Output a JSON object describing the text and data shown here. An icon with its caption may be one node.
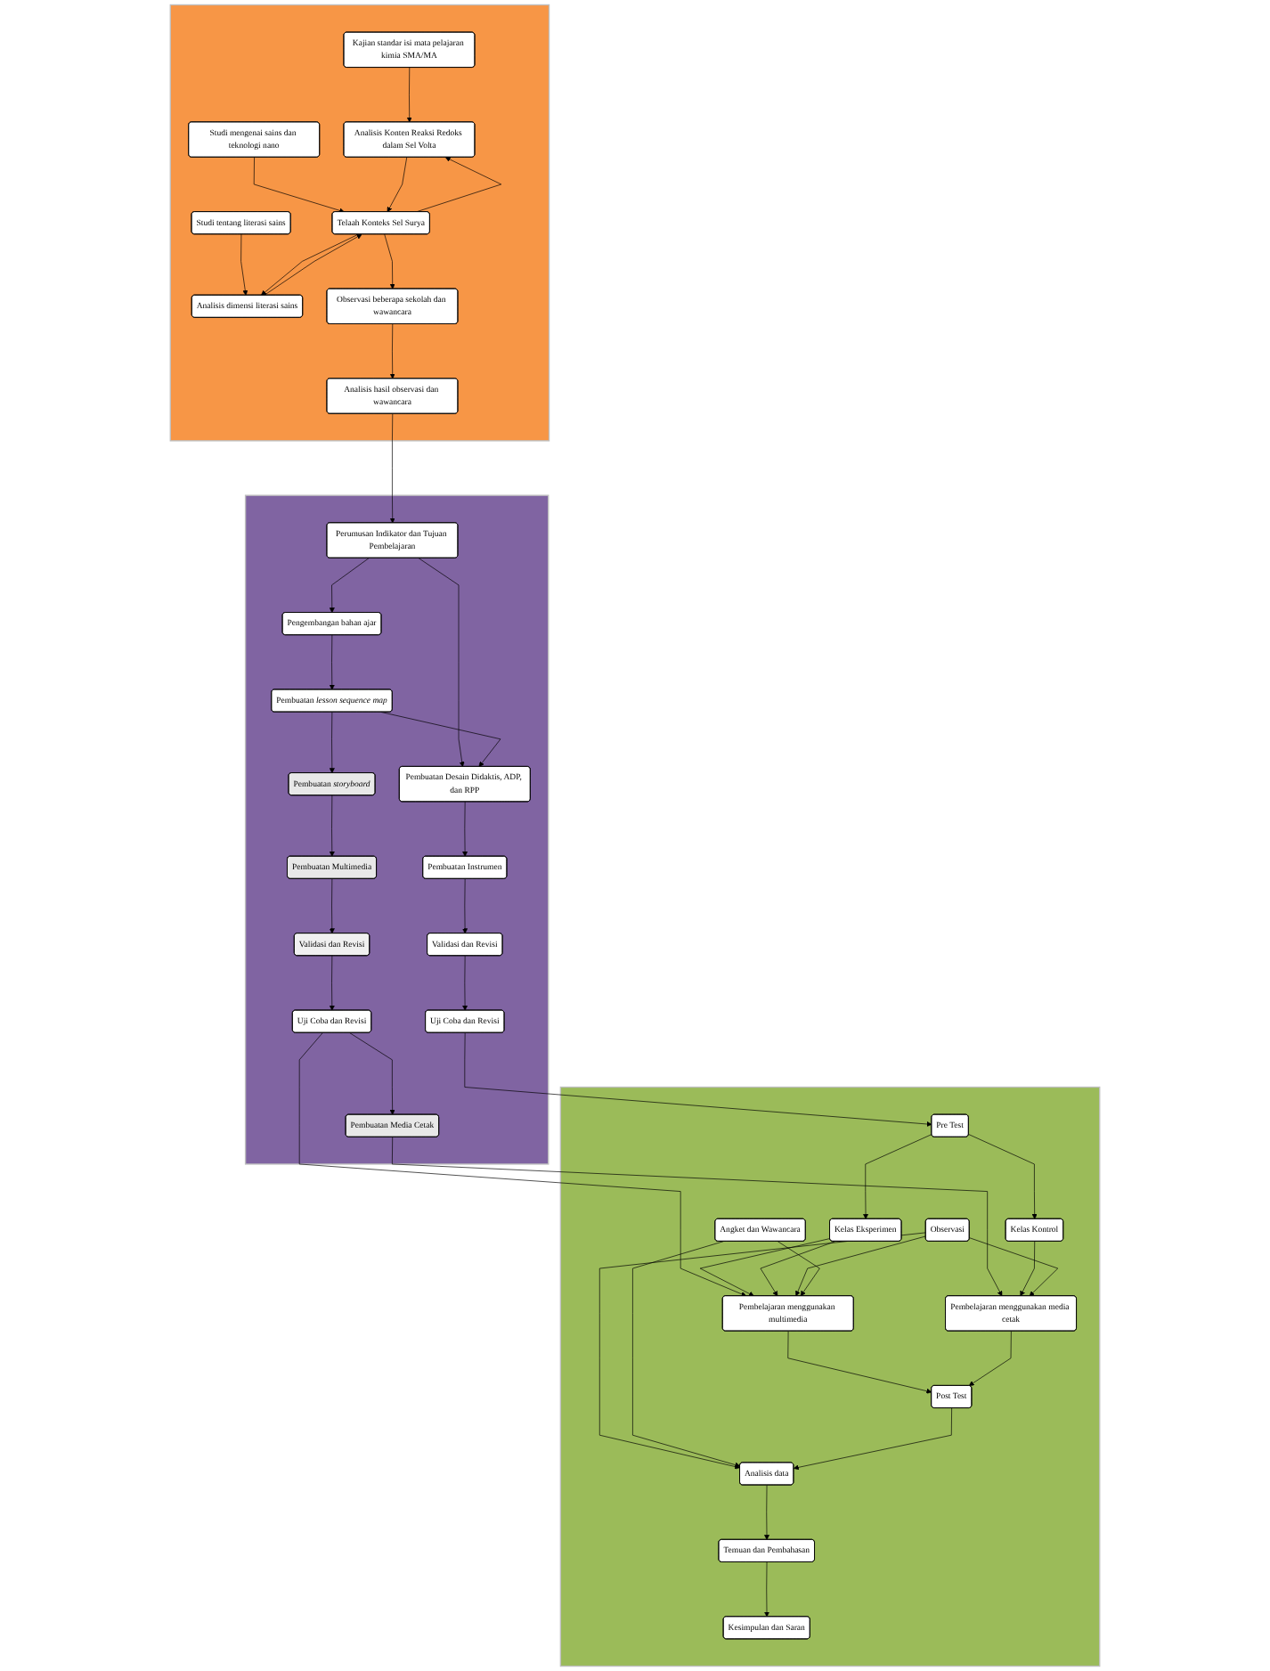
{
  "diagram": {
    "nodes": [
      {
        "text": [],
        "shape": "band"
      },
      {
        "text": [
          "Kajian standar isi mata pelajaran kimia SMA/MA"
        ],
        "in": 0
      },
      {
        "text": [
          "Studi mengenai sains dan teknologi nano"
        ],
        "in": 0
      },
      {
        "text": [
          "Studi tentang literasi sains"
        ],
        "in": 0
      },
      {
        "text": [
          "Analisis Konten Reaksi Redoks dalam Sel Volta"
        ],
        "in": 0
      },
      {
        "text": [
          "Telaah Konteks Sel Surya"
        ],
        "in": 0
      },
      {
        "text": [
          "Analisis dimensi literasi sains"
        ],
        "in": 0
      },
      {
        "text": [
          "Observasi beberapa sekolah dan wawancara"
        ],
        "in": 0
      },
      {
        "text": [
          "Analisis hasil observasi dan wawancara"
        ],
        "in": 0
      },
      {
        "text": [],
        "shape": "band"
      },
      {
        "text": [
          "Perumusan Indikator dan Tujuan Pembelajaran"
        ],
        "in": 9
      },
      {
        "text": [
          "Pengembangan bahan ajar"
        ],
        "in": 9
      },
      {
        "text": [
          "Pembuatan *lesson sequence map*"
        ],
        "in": 9
      },
      {
        "text": [
          "Pembuatan Desain Didaktis, ADP, dan RPP"
        ],
        "in": 9
      },
      {
        "text": [
          "Pembuatan *storyboard*"
        ],
        "in": 9
      },
      {
        "text": [
          "Pembuatan Instrumen"
        ],
        "in": 9
      },
      {
        "text": [
          "Pembuatan Multimedia"
        ],
        "in": 9
      },
      {
        "text": [
          "Validasi dan Revisi"
        ],
        "in": 9
      },
      {
        "text": [
          "Validasi dan Revisi"
        ],
        "in": 9
      },
      {
        "text": [
          "Uji Coba dan Revisi"
        ],
        "in": 9
      },
      {
        "text": [
          "Pembuatan Media Cetak"
        ],
        "in": 9
      },
      {
        "text": [
          "Uji Coba dan Revisi"
        ],
        "in": 9
      },
      {
        "text": [],
        "shape": "band"
      },
      {
        "text": [
          "Kelas Eksperimen"
        ],
        "in": 22
      },
      {
        "text": [
          "Pre Test"
        ],
        "in": 22
      },
      {
        "text": [
          "Kelas Kontrol"
        ],
        "in": 22
      },
      {
        "text": [
          "Observasi"
        ],
        "in": 22
      },
      {
        "text": [
          "Pembelajaran menggunakan multimedia"
        ],
        "in": 22
      },
      {
        "text": [
          "Pembelajaran menggunakan media cetak"
        ],
        "in": 22
      },
      {
        "text": [
          "Angket dan Wawancara"
        ],
        "in": 22
      },
      {
        "text": [
          "Post Test"
        ],
        "in": 22
      },
      {
        "text": [
          "Analisis data"
        ],
        "in": 22
      },
      {
        "text": [
          "Temuan dan Pembahasan"
        ],
        "in": 22
      },
      {
        "text": [
          "Kesimpulan dan Saran"
        ],
        "in": 22
      }
    ],
    "edges": [
      {
        "from": 1,
        "to": 4,
        "arrow": "to"
      },
      {
        "from": 2,
        "to": 5,
        "arrow": "to"
      },
      {
        "from": 3,
        "to": 6,
        "arrow": "to"
      },
      {
        "from": 5,
        "to": 4,
        "arrow": "to"
      },
      {
        "from": 4,
        "to": 5,
        "arrow": "to"
      },
      {
        "from": 6,
        "to": 5,
        "arrow": "to"
      },
      {
        "from": 5,
        "to": 6,
        "arrow": "to"
      },
      {
        "from": 5,
        "to": 7,
        "arrow": "to"
      },
      {
        "from": 7,
        "to": 8,
        "arrow": "to"
      },
      {
        "from": 8,
        "to": 10,
        "arrow": "to"
      },
      {
        "from": 10,
        "to": 11,
        "arrow": "to"
      },
      {
        "from": 10,
        "to": 13,
        "arrow": "to"
      },
      {
        "from": 11,
        "to": 12,
        "arrow": "to"
      },
      {
        "from": 12,
        "to": 13,
        "arrow": "to"
      },
      {
        "from": 12,
        "to": 14,
        "arrow": "to"
      },
      {
        "from": 14,
        "to": 16,
        "arrow": "to"
      },
      {
        "from": 16,
        "to": 17,
        "arrow": "to"
      },
      {
        "from": 17,
        "to": 19,
        "arrow": "to"
      },
      {
        "from": 19,
        "to": 20,
        "arrow": "to"
      },
      {
        "from": 13,
        "to": 15,
        "arrow": "to"
      },
      {
        "from": 15,
        "to": 18,
        "arrow": "to"
      },
      {
        "from": 18,
        "to": 21,
        "arrow": "to"
      },
      {
        "from": 21,
        "to": 24,
        "arrow": "to"
      },
      {
        "from": 19,
        "to": 27,
        "arrow": "to"
      },
      {
        "from": 20,
        "to": 28,
        "arrow": "to"
      },
      {
        "from": 24,
        "to": 23,
        "arrow": "to"
      },
      {
        "from": 24,
        "to": 25,
        "arrow": "to"
      },
      {
        "from": 23,
        "to": 27,
        "arrow": "to"
      },
      {
        "from": 23,
        "to": 27,
        "arrow": "to"
      },
      {
        "from": 25,
        "to": 28,
        "arrow": "to"
      },
      {
        "from": 26,
        "to": 28,
        "arrow": "to"
      },
      {
        "from": 26,
        "to": 27,
        "arrow": "to"
      },
      {
        "from": 26,
        "to": 31,
        "arrow": "to"
      },
      {
        "from": 29,
        "to": 27,
        "arrow": "to"
      },
      {
        "from": 29,
        "to": 31,
        "arrow": "to"
      },
      {
        "from": 27,
        "to": 30,
        "arrow": "to"
      },
      {
        "from": 28,
        "to": 30,
        "arrow": "to"
      },
      {
        "from": 30,
        "to": 31,
        "arrow": "to"
      },
      {
        "from": 31,
        "to": 32,
        "arrow": "to"
      },
      {
        "from": 32,
        "to": 33,
        "arrow": "to"
      }
    ]
  }
}
